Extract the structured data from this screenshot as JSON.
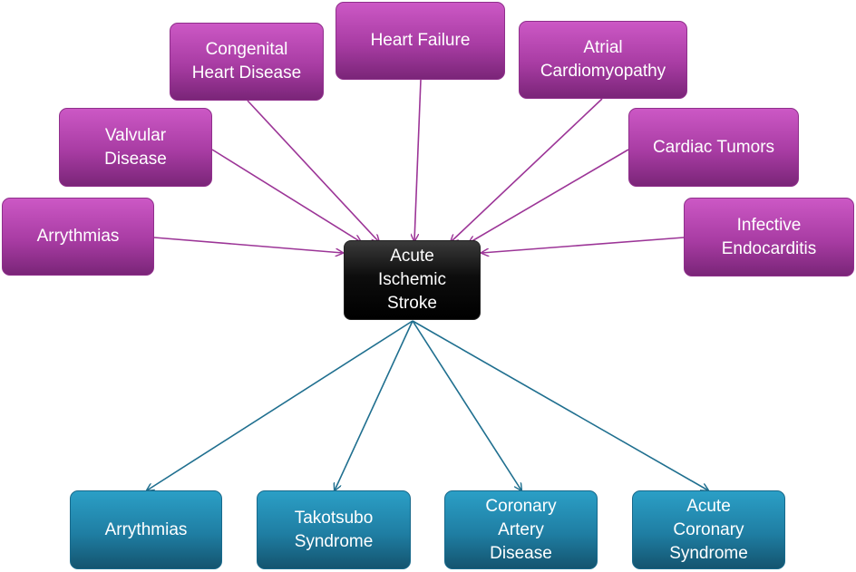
{
  "diagram": {
    "center": {
      "label": "Acute\nIschemic\nStroke"
    },
    "causes": [
      {
        "id": "congenital",
        "label": "Congenital\nHeart Disease"
      },
      {
        "id": "heartfail",
        "label": "Heart Failure"
      },
      {
        "id": "atrial",
        "label": "Atrial\nCardiomyopathy"
      },
      {
        "id": "valvular",
        "label": "Valvular\nDisease"
      },
      {
        "id": "tumors",
        "label": "Cardiac Tumors"
      },
      {
        "id": "arry-top",
        "label": "Arrythmias"
      },
      {
        "id": "infective",
        "label": "Infective\nEndocarditis"
      }
    ],
    "effects": [
      {
        "id": "arry-bot",
        "label": "Arrythmias"
      },
      {
        "id": "takotsubo",
        "label": "Takotsubo\nSyndrome"
      },
      {
        "id": "coronary",
        "label": "Coronary\nArtery\nDisease"
      },
      {
        "id": "acs",
        "label": "Acute\nCoronary\nSyndrome"
      }
    ],
    "edges": [
      {
        "from": "congenital",
        "to": "center"
      },
      {
        "from": "heartfail",
        "to": "center"
      },
      {
        "from": "atrial",
        "to": "center"
      },
      {
        "from": "valvular",
        "to": "center"
      },
      {
        "from": "tumors",
        "to": "center"
      },
      {
        "from": "arry-top",
        "to": "center"
      },
      {
        "from": "infective",
        "to": "center"
      },
      {
        "from": "center",
        "to": "arry-bot"
      },
      {
        "from": "center",
        "to": "takotsubo"
      },
      {
        "from": "center",
        "to": "coronary"
      },
      {
        "from": "center",
        "to": "acs"
      }
    ]
  },
  "colors": {
    "cause_fill": "#a83ca3",
    "cause_arrow": "#9c3597",
    "effect_fill": "#1f7ea3",
    "effect_arrow": "#1f6f8f",
    "center_fill": "#000000",
    "text": "#ffffff"
  }
}
